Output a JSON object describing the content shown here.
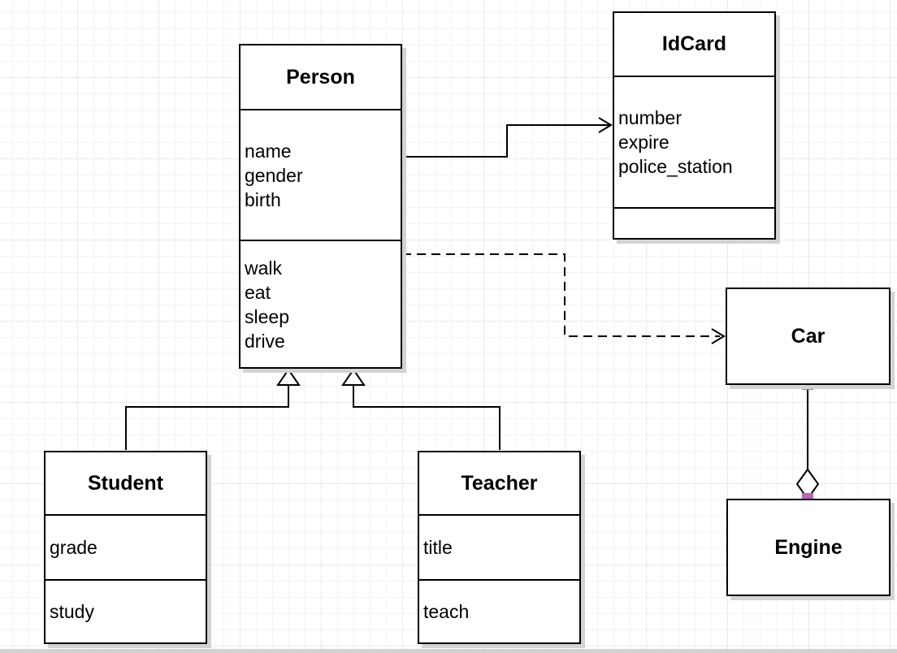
{
  "diagram": {
    "classes": {
      "person": {
        "title": "Person",
        "attributes": [
          "name",
          "gender",
          "birth"
        ],
        "methods": [
          "walk",
          "eat",
          "sleep",
          "drive"
        ]
      },
      "idcard": {
        "title": "IdCard",
        "attributes": [
          "number",
          "expire",
          "police_station"
        ],
        "methods": []
      },
      "car": {
        "title": "Car",
        "attributes": [],
        "methods": []
      },
      "engine": {
        "title": "Engine",
        "attributes": [],
        "methods": []
      },
      "student": {
        "title": "Student",
        "attributes": [
          "grade"
        ],
        "methods": [
          "study"
        ]
      },
      "teacher": {
        "title": "Teacher",
        "attributes": [
          "title"
        ],
        "methods": [
          "teach"
        ]
      }
    },
    "relationships": [
      {
        "from": "Person",
        "to": "IdCard",
        "type": "association",
        "line": "solid",
        "arrow": "open"
      },
      {
        "from": "Person",
        "to": "Car",
        "type": "dependency",
        "line": "dashed",
        "arrow": "open"
      },
      {
        "from": "Student",
        "to": "Person",
        "type": "generalization",
        "line": "solid",
        "arrow": "hollow-triangle"
      },
      {
        "from": "Teacher",
        "to": "Person",
        "type": "generalization",
        "line": "solid",
        "arrow": "hollow-triangle"
      },
      {
        "from": "Car",
        "to": "Engine",
        "type": "aggregation",
        "line": "solid",
        "arrow": "hollow-diamond"
      }
    ],
    "colors": {
      "stroke": "#000000",
      "fill": "#ffffff",
      "shadow": "#d3d3d3",
      "grid_line": "#f4f4f4",
      "connection_handle": "#b768b7"
    }
  }
}
